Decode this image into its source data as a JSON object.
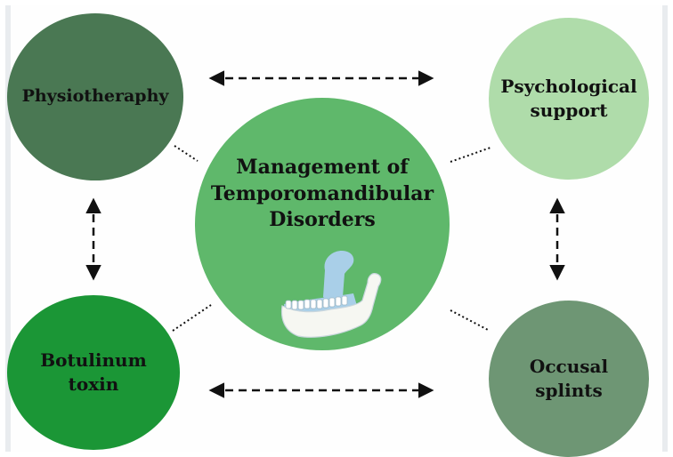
{
  "diagram": {
    "center": {
      "label": "Management of\nTemporomandibular\nDisorders",
      "icon": "jaw-bone-icon"
    },
    "nodes": [
      {
        "id": "physiotherapy",
        "label": "Physiotheraphy",
        "color": "#4a7853"
      },
      {
        "id": "psychological-support",
        "label": "Psychological\nsupport",
        "color": "#afdcaa"
      },
      {
        "id": "botulinum-toxin",
        "label": "Botulinum\ntoxin",
        "color": "#1b9636"
      },
      {
        "id": "occusal-splints",
        "label": "Occusal\nsplints",
        "color": "#6e9674"
      }
    ],
    "center_color": "#5fb86b",
    "connections": [
      {
        "from": "physiotherapy",
        "to": "psychological-support",
        "style": "dashed-bidirectional"
      },
      {
        "from": "physiotherapy",
        "to": "botulinum-toxin",
        "style": "dashed-bidirectional"
      },
      {
        "from": "psychological-support",
        "to": "occusal-splints",
        "style": "dashed-bidirectional"
      },
      {
        "from": "botulinum-toxin",
        "to": "occusal-splints",
        "style": "dashed-bidirectional"
      },
      {
        "from": "center",
        "to": "physiotherapy",
        "style": "dotted"
      },
      {
        "from": "center",
        "to": "psychological-support",
        "style": "dotted"
      },
      {
        "from": "center",
        "to": "botulinum-toxin",
        "style": "dotted"
      },
      {
        "from": "center",
        "to": "occusal-splints",
        "style": "dotted"
      }
    ]
  }
}
